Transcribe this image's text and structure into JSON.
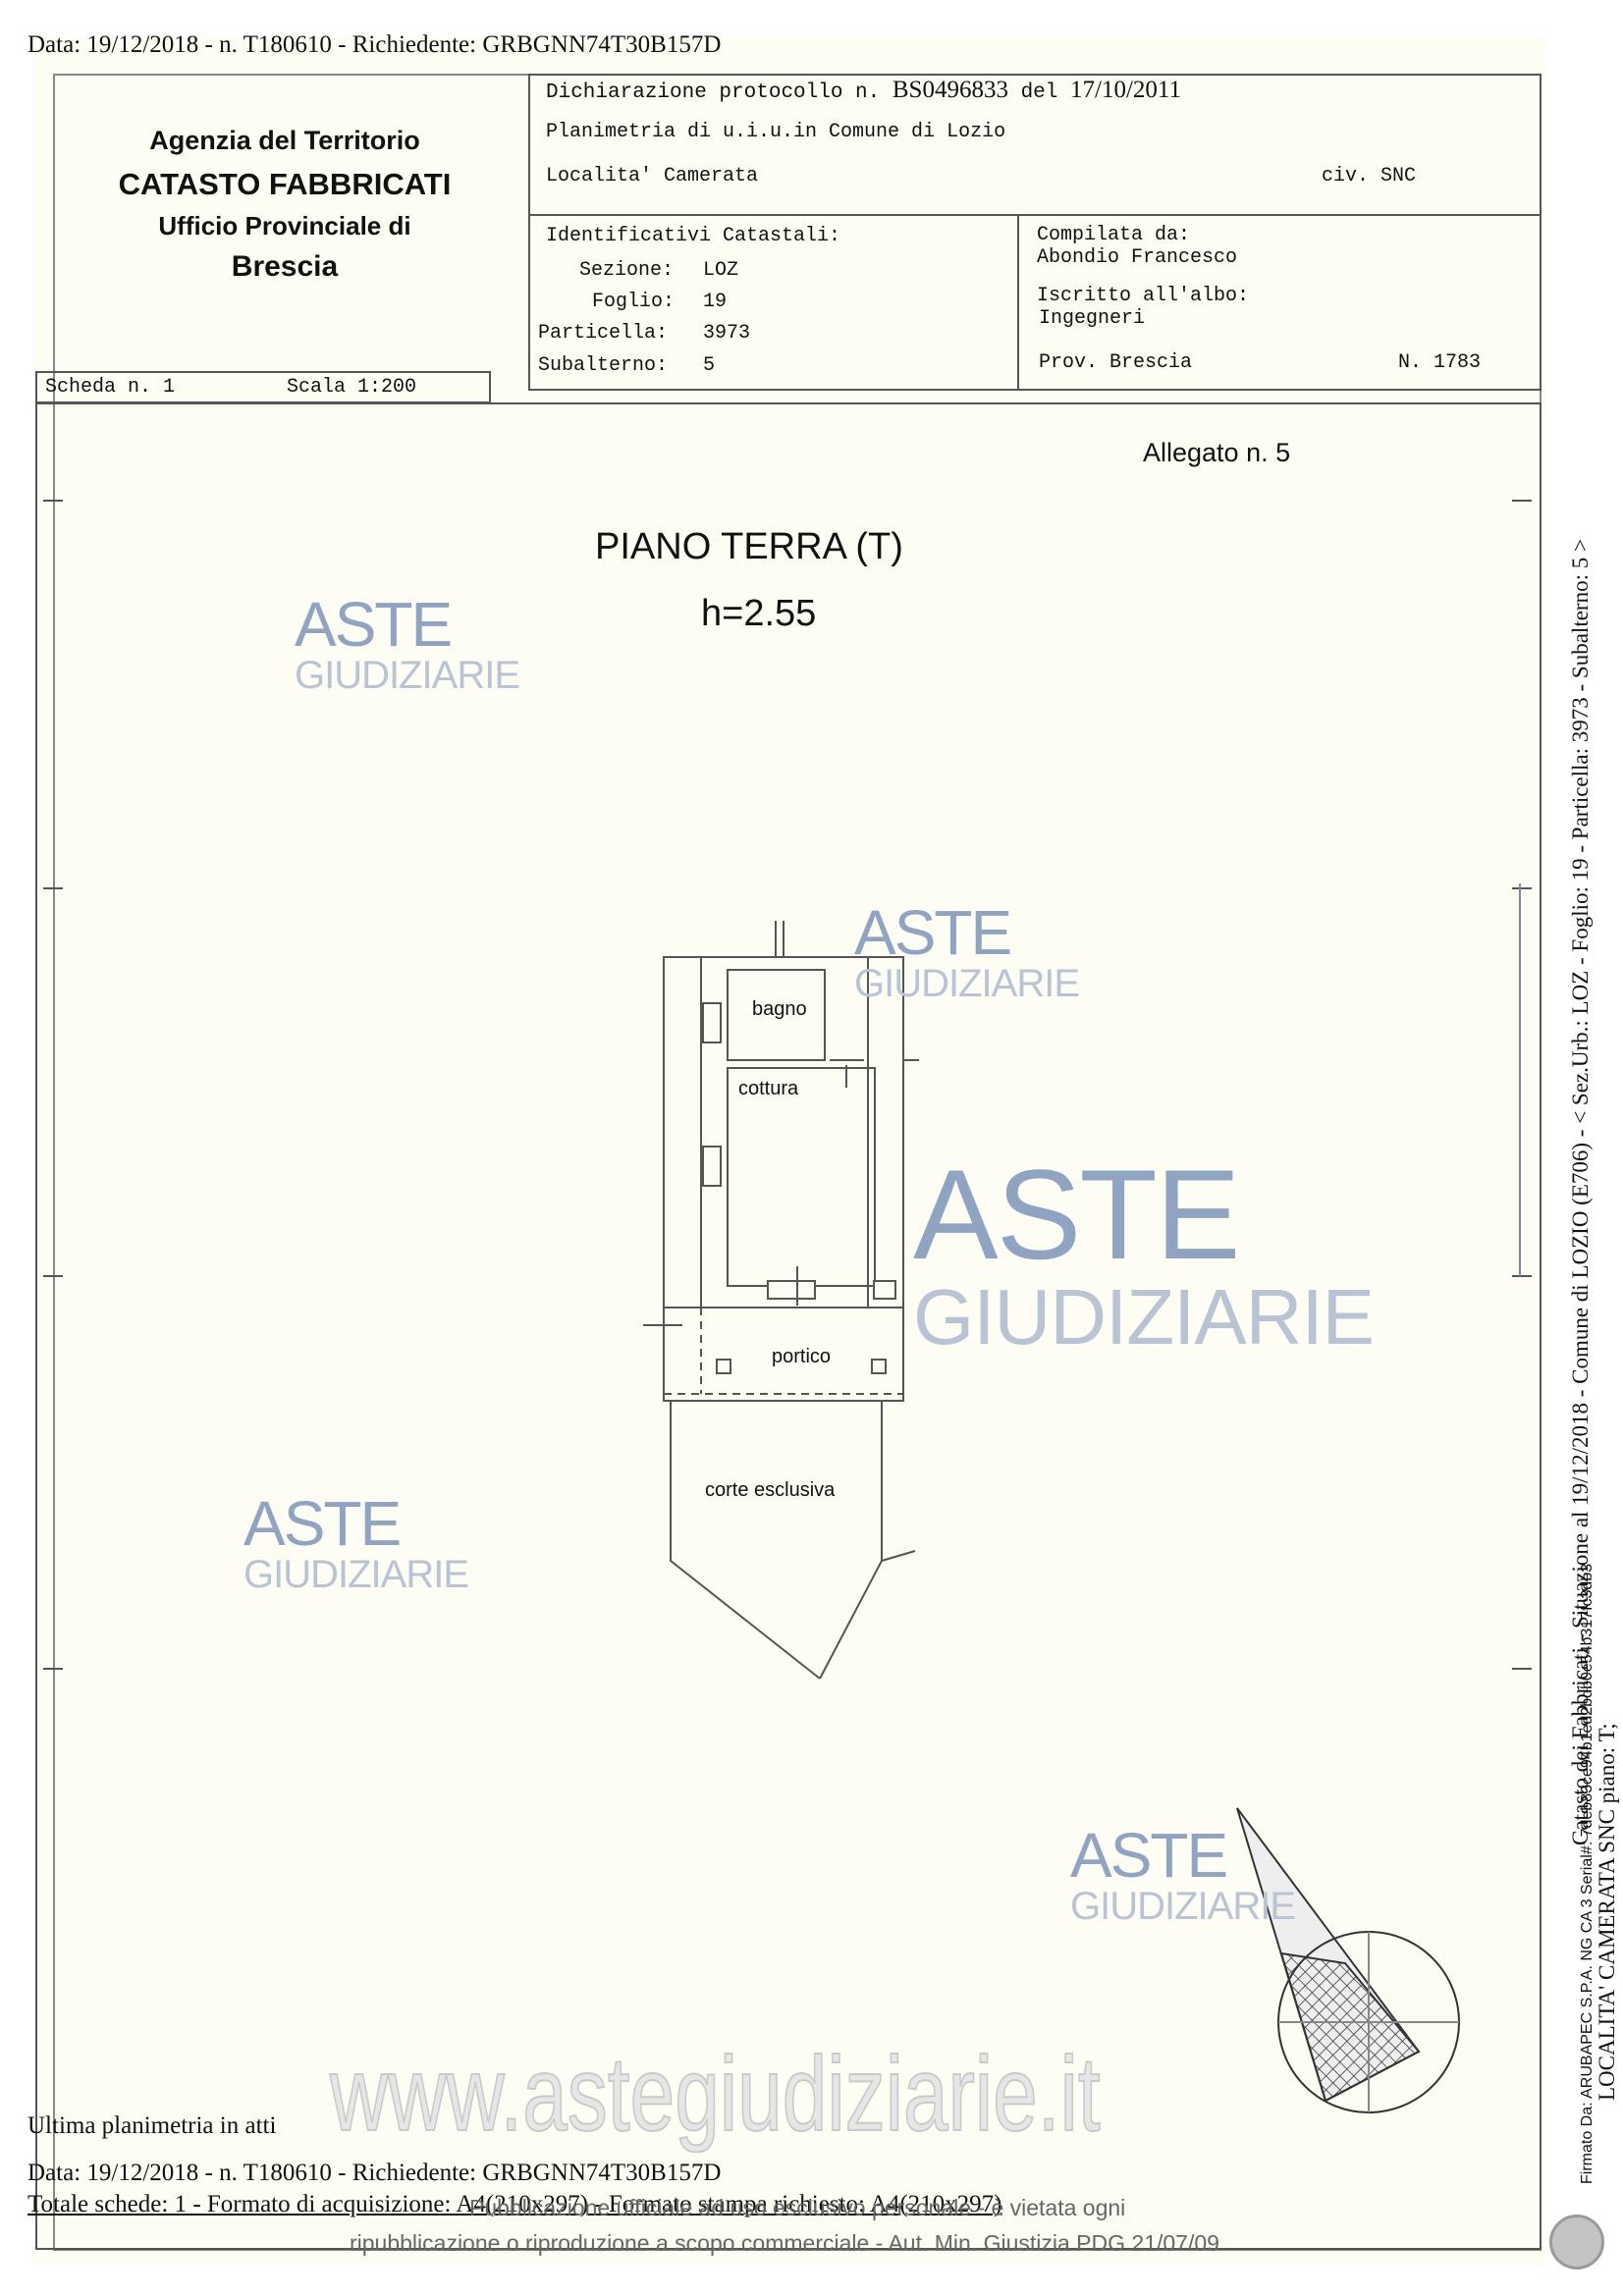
{
  "header_top": "Data: 19/12/2018 - n. T180610 - Richiedente: GRBGNN74T30B157D",
  "agency": {
    "line1": "Agenzia del Territorio",
    "line2": "CATASTO FABBRICATI",
    "line3": "Ufficio Provinciale di",
    "line4": "Brescia"
  },
  "declaration": {
    "protocol_label": "Dichiarazione protocollo n.",
    "protocol_number": "BS0496833",
    "date_label": "del",
    "date": "17/10/2011",
    "plan_line": "Planimetria di u.i.u.in Comune di Lozio",
    "locality": "Localita' Camerata",
    "civ": "civ. SNC"
  },
  "identifiers": {
    "title": "Identificativi Catastali:",
    "sezione_label": "Sezione:",
    "sezione": "LOZ",
    "foglio_label": "Foglio:",
    "foglio": "19",
    "particella_label": "Particella:",
    "particella": "3973",
    "subalterno_label": "Subalterno:",
    "subalterno": "5"
  },
  "compiler": {
    "label": "Compilata da:",
    "name": "Abondio Francesco",
    "albo_label": "Iscritto all'albo:",
    "albo": "Ingegneri",
    "prov": "Prov. Brescia",
    "number": "N.  1783"
  },
  "scheda": {
    "label": "Scheda n. 1",
    "scale": "Scala 1:200"
  },
  "allegato": "Allegato n. 5",
  "plan": {
    "title": "PIANO TERRA (T)",
    "height": "h=2.55",
    "rooms": [
      "bagno",
      "cottura",
      "portico",
      "corte esclusiva"
    ]
  },
  "watermark": {
    "line1": "ASTE",
    "line2": "GIUDIZIARIE",
    "site": "www.astegiudiziarie.it"
  },
  "footer": {
    "ultima": "Ultima planimetria in atti",
    "data_line": "Data: 19/12/2018 - n. T180610 - Richiedente: GRBGNN74T30B157D",
    "totale": "Totale schede: 1 - Formato di acquisizione: A4(210x297) - Formato stampa richiesto: A4(210x297)",
    "pub1": "Pubblicazione ufficiale ad uso esclusivo personale - è vietata ogni",
    "pub2": "ripubblicazione o riproduzione a scopo commerciale - Aut. Min. Giustizia PDG 21/07/09"
  },
  "side": {
    "catasto": "Catasto dei Fabbricati - Situazione al 19/12/2018 - Comune di LOZIO (E706) - < Sez.Urb.: LOZ - Foglio: 19 - Particella: 3973 - Subalterno: 5 >",
    "localita": "LOCALITA' CAMERATA SNC piano: T;",
    "firmato": "Firmato Da: ARUBAPEC S.P.A. NG CA 3 Serial#: 7deb83ce94b1ed2bdb0e54b317fc3db3"
  }
}
